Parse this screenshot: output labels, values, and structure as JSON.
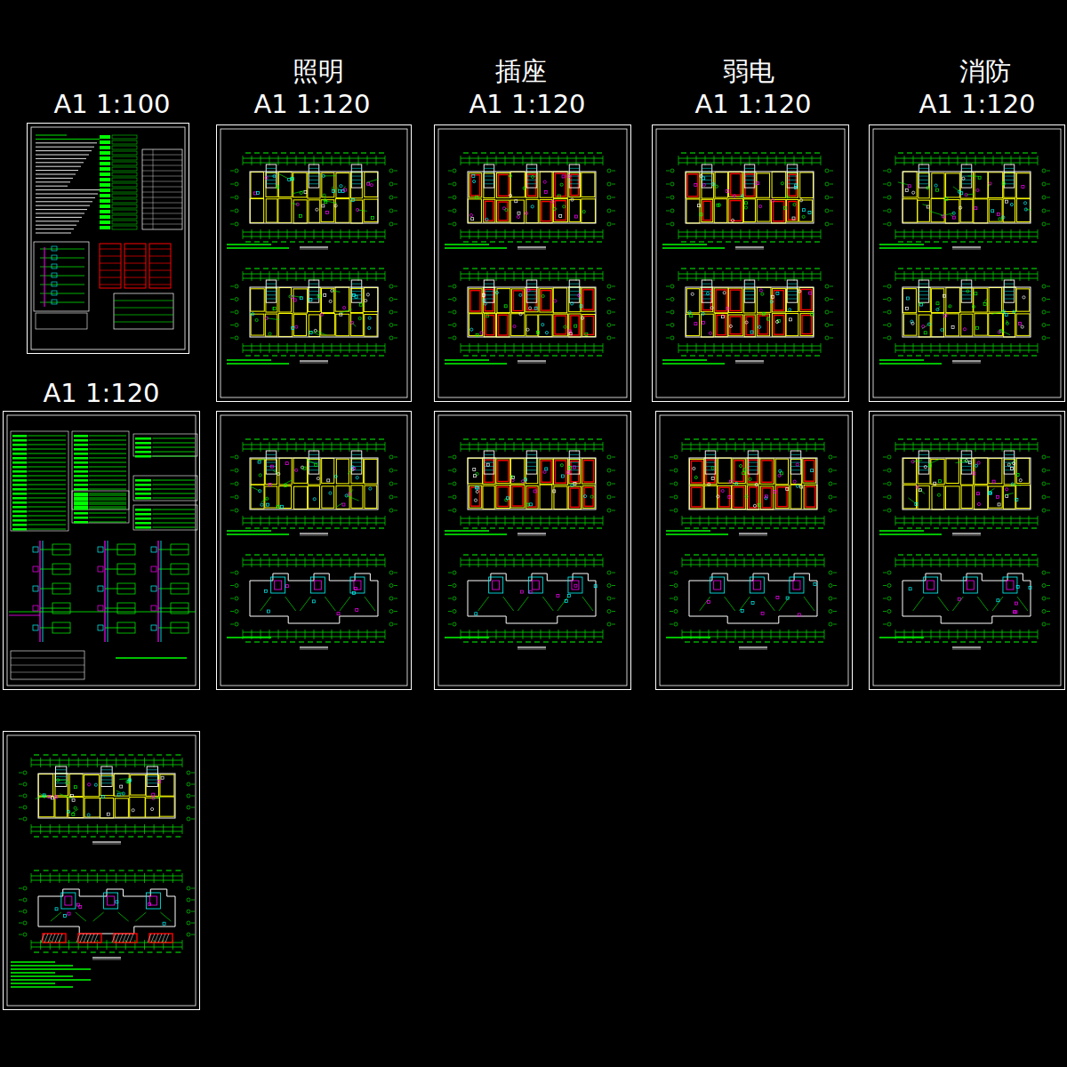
{
  "diagram": {
    "nodes": [
      {
        "text": [
          "A1  1:100"
        ]
      },
      {
        "text": [
          "照明",
          "A1  1:120"
        ]
      },
      {
        "text": [
          "插座",
          "A1  1:120"
        ]
      },
      {
        "text": [
          "弱电",
          "A1  1:120"
        ]
      },
      {
        "text": [
          "消防",
          "A1  1:120"
        ]
      },
      {
        "text": [
          "A1  1:120"
        ]
      }
    ]
  }
}
